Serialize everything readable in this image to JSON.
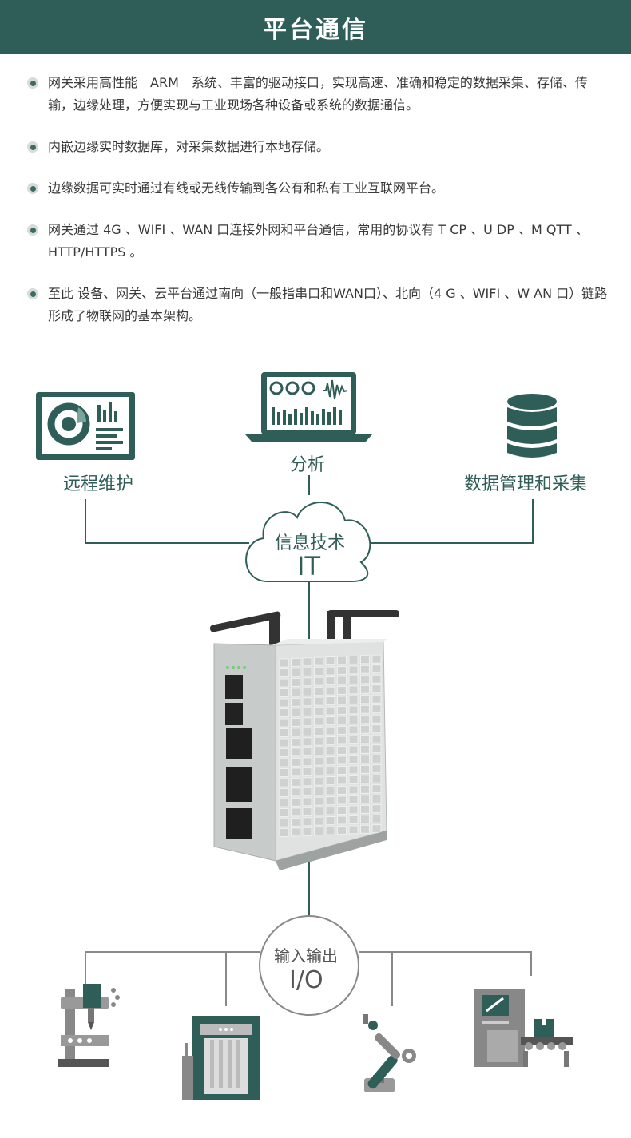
{
  "header": {
    "title": "平台通信"
  },
  "bullets": [
    "网关采用高性能　ARM　系统、丰富的驱动接口，实现高速、准确和稳定的数据采集、存储、传输，边缘处理，方便实现与工业现场各种设备或系统的数据通信。",
    "内嵌边缘实时数据库，对采集数据进行本地存储。",
    "边缘数据可实时通过有线或无线传输到各公有和私有工业互联网平台。",
    "网关通过 4G 、WIFI 、WAN 口连接外网和平台通信，常用的协议有 T CP 、U DP 、M QTT 、HTTP/HTTPS 。",
    "至此 设备、网关、云平台通过南向（一般指串口和WAN口）、北向（4 G 、WIFI 、W AN 口）链路形成了物联网的基本架构。"
  ],
  "diagram": {
    "remote": "远程维护",
    "analysis": "分析",
    "data_mgmt": "数据管理和采集",
    "cloud_line1": "信息技术",
    "cloud_line2": "IT",
    "io_line1": "输入输出",
    "io_line2": "I/O"
  },
  "colors": {
    "accent": "#2f5e58",
    "icon_gray": "#888888"
  }
}
